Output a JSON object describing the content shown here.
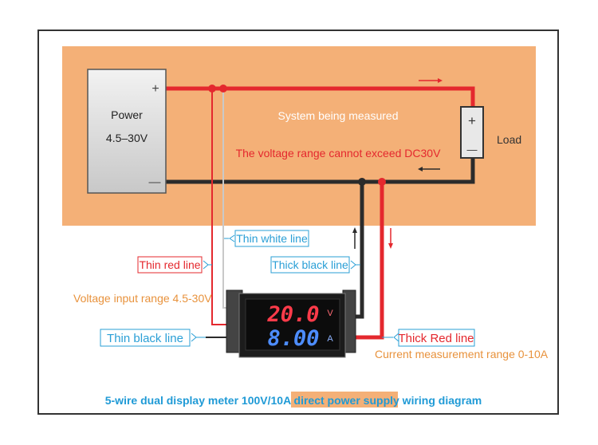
{
  "colors": {
    "system_area": "#f4b077",
    "red_wire": "#e4282e",
    "black_wire": "#2b2b2b",
    "white_wire": "#c9c9c9",
    "callout_blue": "#2a9fd6",
    "callout_red": "#e4282e",
    "orange_text": "#e8923c",
    "highlight_bg": "#f4b077",
    "title_blue": "#1f9ad6",
    "voltage_digits": "#ff3b4a",
    "current_digits": "#4d8dff"
  },
  "power": {
    "title": "Power",
    "range": "4.5–30V",
    "plus": "+",
    "minus": "—"
  },
  "load": {
    "label": "Load",
    "plus": "+",
    "minus": "—"
  },
  "system_label": "System being measured",
  "limit_note": "The voltage range cannot exceed DC30V",
  "callouts": {
    "thin_white": "Thin white line",
    "thin_red": "Thin red line",
    "thick_black": "Thick black line",
    "thin_black": "Thin black line",
    "thick_red": "Thick Red line"
  },
  "voltage_input_note": "Voltage input range 4.5-30V",
  "current_note": "Current measurement range 0-10A",
  "meter": {
    "voltage_reading": "20.0",
    "voltage_unit": "V",
    "current_reading": "8.00",
    "current_unit": "A"
  },
  "footer": {
    "part1": "5-wire dual display meter 100V/10A ",
    "highlight": "direct power supply",
    "part2": " wiring diagram"
  }
}
